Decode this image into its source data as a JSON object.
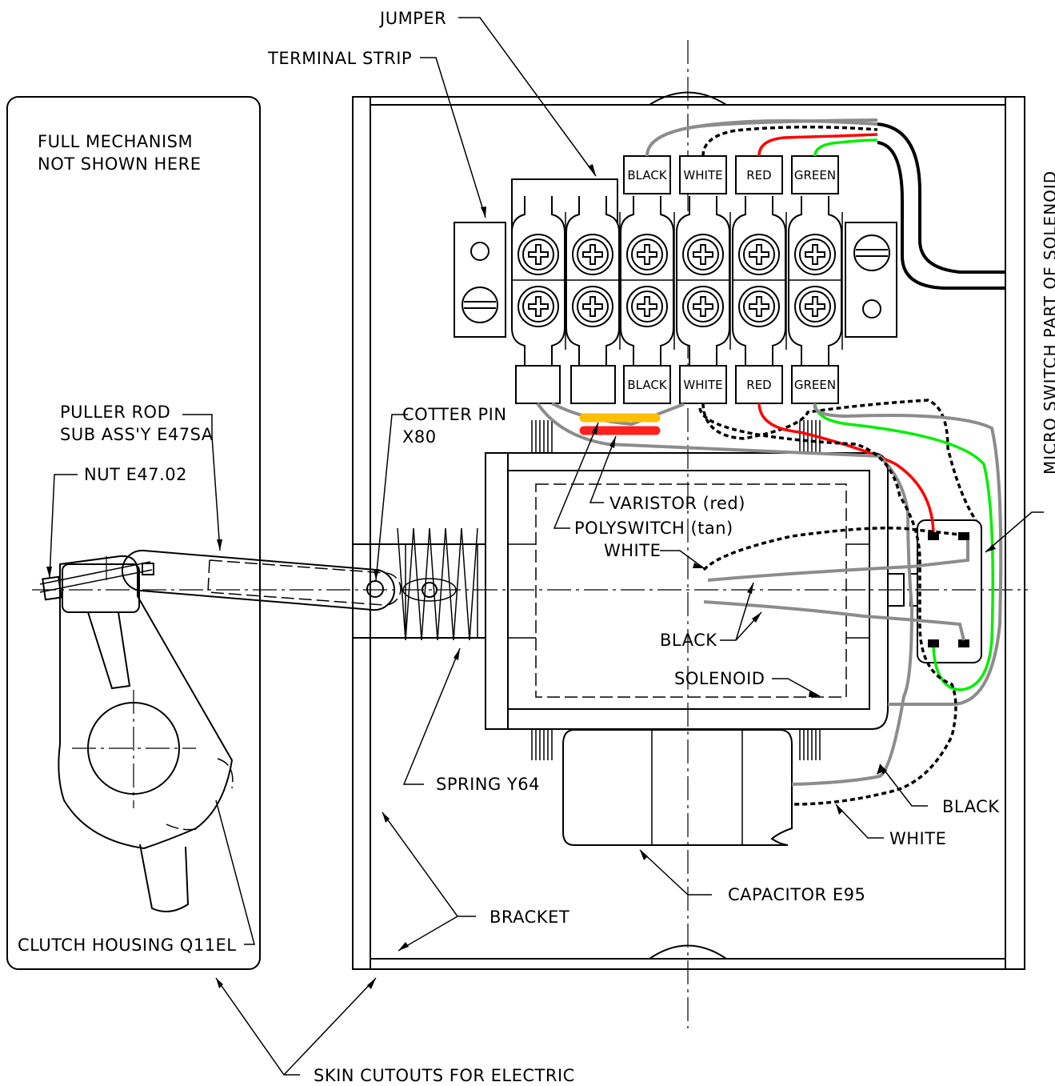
{
  "colors": {
    "wire_gray": "#8c8c8c",
    "wire_black": "#000000",
    "wire_red": "#ff0000",
    "wire_green": "#00ee00",
    "varistor": "#ff2020",
    "polyswitch": "#ffbf00"
  },
  "labels": {
    "jumper": "JUMPER",
    "terminal_strip": "TERMINAL STRIP",
    "full_mechanism_1": "FULL MECHANISM",
    "full_mechanism_2": "NOT SHOWN HERE",
    "puller_rod_1": "PULLER ROD",
    "puller_rod_2": "SUB ASS'Y E47SA",
    "nut": "NUT E47.02",
    "cotter_pin_1": "COTTER PIN",
    "cotter_pin_2": "X80",
    "varistor": "VARISTOR (red)",
    "polyswitch": "POLYSWITCH (tan)",
    "white_wire_solenoid": "WHITE",
    "black_wire_solenoid": "BLACK",
    "solenoid": "SOLENOID",
    "spring": "SPRING Y64",
    "black_wire_cap": "BLACK",
    "white_wire_cap": "WHITE",
    "capacitor": "CAPACITOR E95",
    "bracket": "BRACKET",
    "clutch_housing": "CLUTCH HOUSING Q11EL",
    "skin_cutouts": "SKIN CUTOUTS FOR ELECTRIC",
    "micro_switch": "MICRO SWITCH PART OF SOLENOID"
  },
  "terminal_tags_top": [
    "BLACK",
    "WHITE",
    "RED",
    "GREEN"
  ],
  "terminal_tags_bottom": [
    "",
    "",
    "BLACK",
    "WHITE",
    "RED",
    "GREEN"
  ]
}
